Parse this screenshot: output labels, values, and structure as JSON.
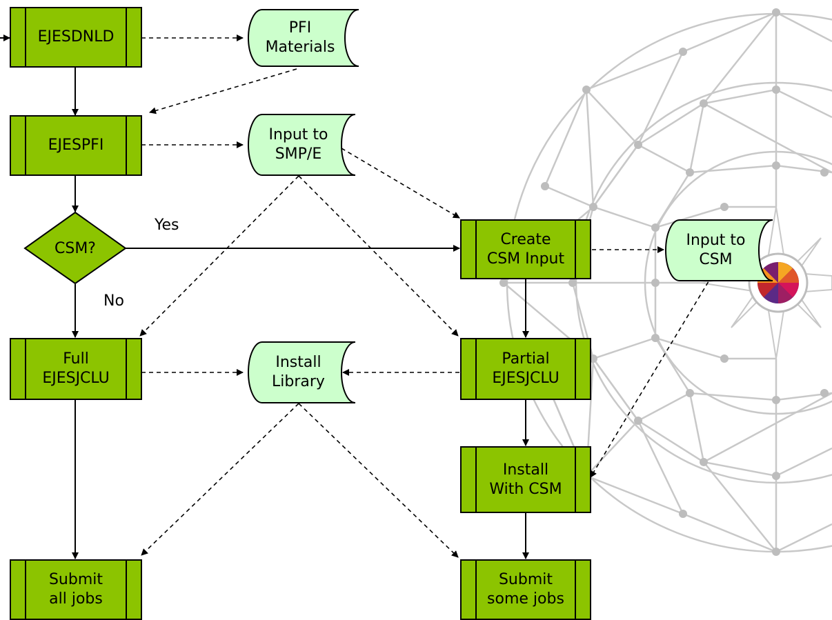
{
  "nodes": {
    "ejesdnld": "EJESDNLD",
    "ejespfi": "EJESPFI",
    "csm_decision": "CSM?",
    "full_ejesjclu": "Full\nEJESJCLU",
    "partial_ejesjclu": "Partial\nEJESJCLU",
    "create_csm_input": "Create\nCSM Input",
    "install_with_csm": "Install\nWith CSM",
    "submit_all_jobs": "Submit\nall jobs",
    "submit_some_jobs": "Submit\nsome jobs"
  },
  "data_stores": {
    "pfi_materials": "PFI\nMaterials",
    "input_to_smpe": "Input to\nSMP/E",
    "install_library": "Install\nLibrary",
    "input_to_csm": "Input to\nCSM"
  },
  "edge_labels": {
    "yes": "Yes",
    "no": "No"
  },
  "colors": {
    "process_fill": "#8cc400",
    "store_fill": "#ccffcc",
    "line": "#000000",
    "background_graphic": "#bdbdbd"
  }
}
